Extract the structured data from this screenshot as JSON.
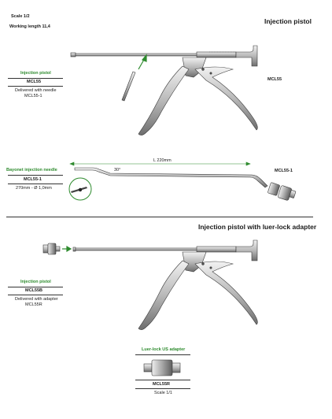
{
  "header": {
    "scale": "Scale 1/2",
    "working_length": "Working length 11,4"
  },
  "section1": {
    "title": "Injection pistol",
    "label_green": "Injection pistol",
    "code": "MCL55",
    "desc1": "Delivered with needle",
    "desc2": "MCL55-1",
    "side_code": "MCL55"
  },
  "needle": {
    "label_green": "Bayonet injection needle",
    "code": "MCL55-1",
    "size": "270mm - Ø 1,0mm",
    "length": "L 220mm",
    "angle": "30°",
    "side_code": "MCL55-1"
  },
  "section2": {
    "title": "Injection pistol with luer-lock adapter",
    "label_green": "Injection pistol",
    "code": "MCL55B",
    "desc1": "Delivered with adapter",
    "desc2": "MCL55R"
  },
  "adapter": {
    "label_green": "Luer-lock US adapter",
    "code": "MCL55R",
    "scale": "Scale 1/1"
  },
  "colors": {
    "accent": "#2e8b2e",
    "text": "#1a1a1a",
    "metal": "#8a8a8a"
  }
}
